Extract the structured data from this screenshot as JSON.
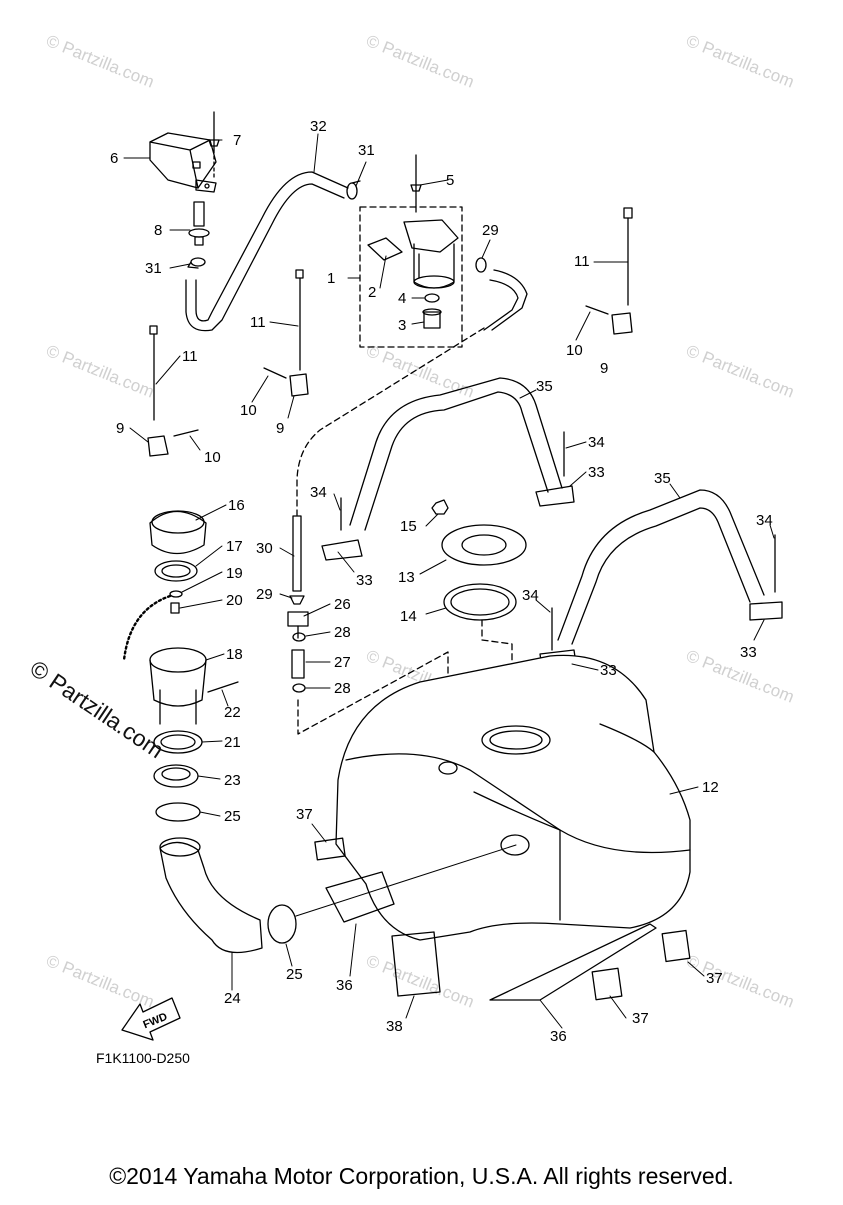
{
  "diagram": {
    "drawing_code": "F1K1100-D250",
    "fwd_arrow_label": "FWD",
    "copyright": "©2014 Yamaha Motor Corporation, U.S.A. All rights reserved.",
    "side_watermark": "© Partzilla.com",
    "watermark": "© Partzilla.com",
    "callouts": [
      "1",
      "2",
      "3",
      "4",
      "5",
      "6",
      "7",
      "8",
      "9",
      "10",
      "11",
      "12",
      "13",
      "14",
      "15",
      "16",
      "17",
      "18",
      "19",
      "20",
      "21",
      "22",
      "23",
      "24",
      "25",
      "26",
      "27",
      "28",
      "29",
      "30",
      "31",
      "32",
      "33",
      "34",
      "35",
      "36",
      "37",
      "38"
    ]
  }
}
